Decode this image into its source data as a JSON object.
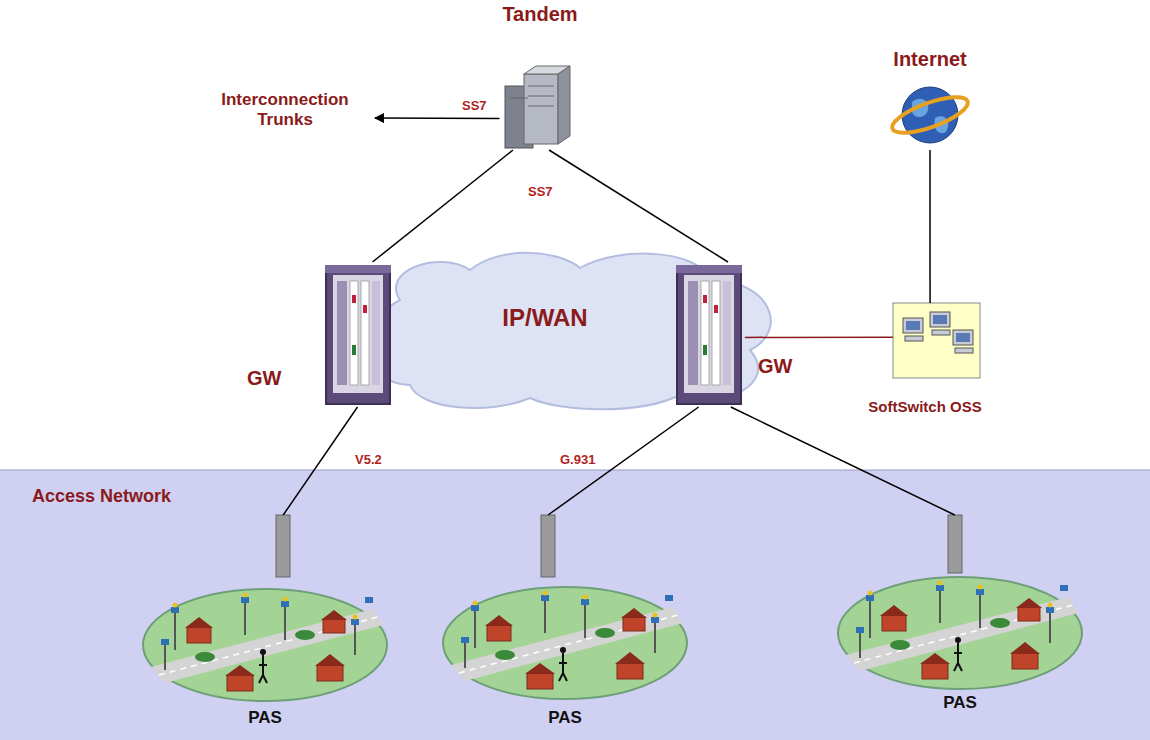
{
  "diagram": {
    "nodes": [
      {
        "text": [
          "Tandem"
        ]
      },
      {
        "text": [
          "Interconnection Trunks"
        ]
      },
      {
        "text": [
          "Internet"
        ]
      },
      {
        "text": [
          "GW"
        ]
      },
      {
        "text": [
          "IP/WAN"
        ]
      },
      {
        "text": [
          "GW"
        ]
      },
      {
        "text": [
          "SoftSwitch OSS"
        ]
      },
      {
        "text": [
          "Access Network"
        ]
      },
      {
        "text": [
          "PAS"
        ],
        "in": 7
      },
      {
        "text": [
          "PAS"
        ],
        "in": 7
      },
      {
        "text": [
          "PAS"
        ],
        "in": 7
      }
    ],
    "edges": [
      {
        "from": 0,
        "to": 1,
        "arrow": "to",
        "label": "SS7"
      },
      {
        "from": 0,
        "to": 3,
        "arrow": "none"
      },
      {
        "from": 0,
        "to": 5,
        "arrow": "none",
        "label": "SS7"
      },
      {
        "from": 2,
        "to": 6,
        "arrow": "none"
      },
      {
        "from": 5,
        "to": 6,
        "arrow": "none"
      },
      {
        "from": 3,
        "to": 8,
        "arrow": "none",
        "label": "V5.2"
      },
      {
        "from": 5,
        "to": 9,
        "arrow": "none",
        "label": "G.931"
      },
      {
        "from": 5,
        "to": 10,
        "arrow": "none"
      }
    ]
  }
}
